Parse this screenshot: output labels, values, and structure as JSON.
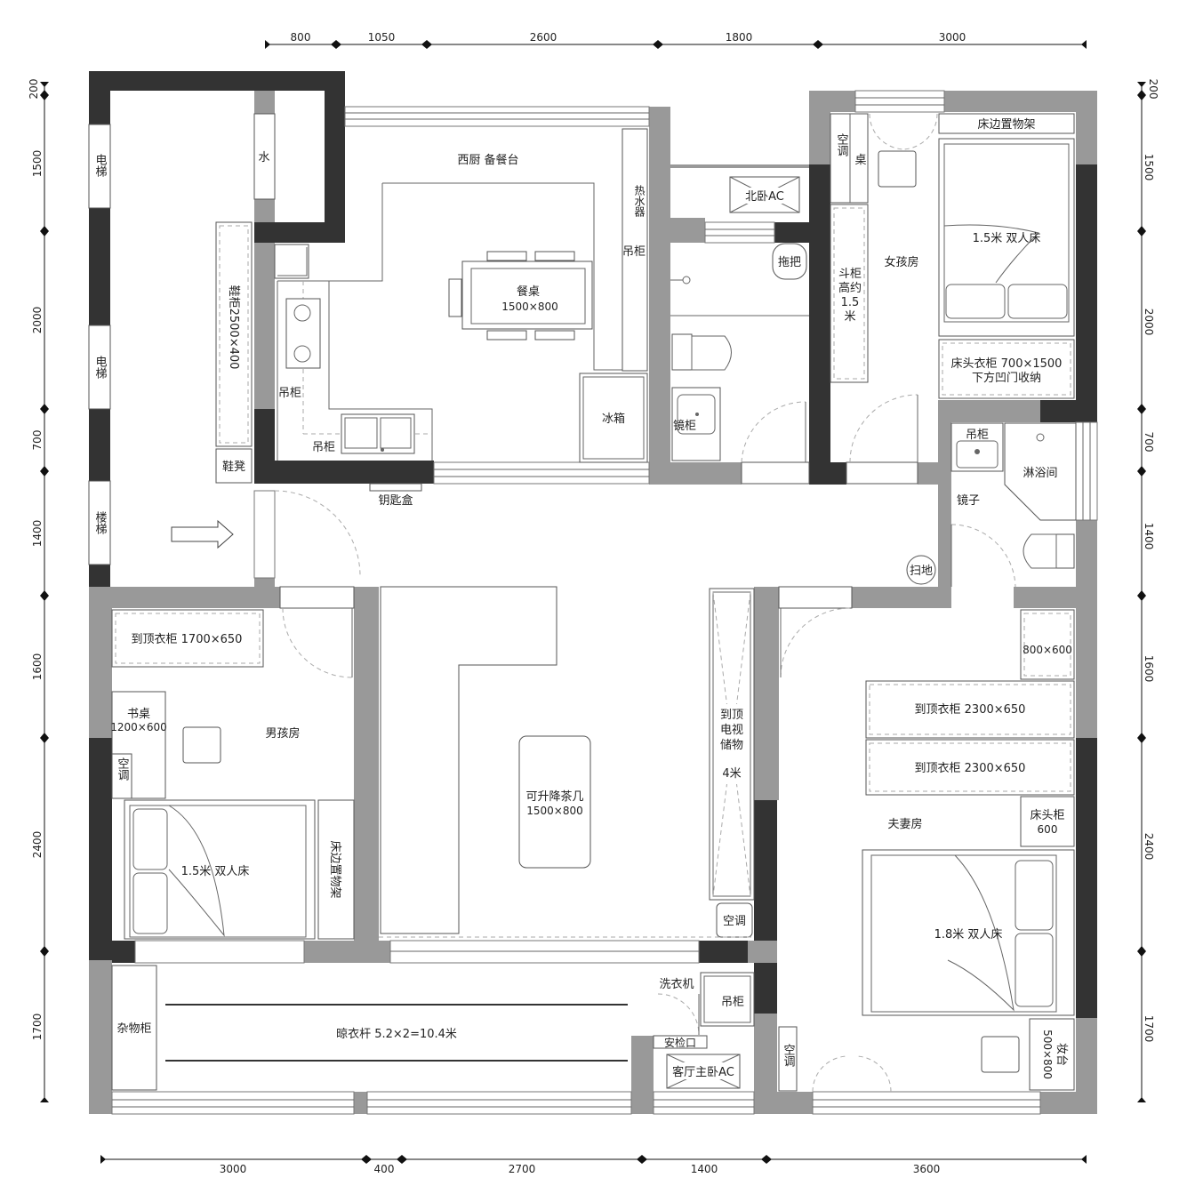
{
  "dims_top": [
    "800",
    "1050",
    "2600",
    "1800",
    "3000"
  ],
  "dims_bottom": [
    "3000",
    "400",
    "2700",
    "1400",
    "3600"
  ],
  "dims_left": [
    "200",
    "1500",
    "2000",
    "700",
    "1400",
    "1600",
    "2400",
    "1700"
  ],
  "dims_right": [
    "200",
    "1500",
    "2000",
    "700",
    "1400",
    "1600",
    "2400",
    "1700"
  ],
  "labels": {
    "elevator1": "电梯",
    "elevator2": "电梯",
    "stairs": "楼梯",
    "water": "水",
    "shoe_cabinet": "鞋柜2500×400",
    "shoe_bench": "鞋凳",
    "kitchen": "西厨 备餐台",
    "dining_table": "餐桌",
    "dining_size": "1500×800",
    "water_heater": "热水器",
    "hanging_cab_k": "吊柜",
    "hanging_cab_l": "吊柜",
    "hanging_cab_b": "吊柜",
    "fridge": "冰箱",
    "key_box": "钥匙盒",
    "north_ac": "北卧AC",
    "mop": "拖把",
    "mirror_cab": "镜柜",
    "girls_room": "女孩房",
    "ac_girl": "空调",
    "desk_girl": "桌",
    "chest_cab": "斗柜高约1.5米",
    "shelf_girl": "床边置物架",
    "bed_girl": "1.5米 双人床",
    "wardrobe_girl": "床头衣柜 700×1500",
    "wardrobe_girl2": "下方凹门收纳",
    "hanging_cab_bath": "吊柜",
    "shower": "淋浴间",
    "mirror": "镜子",
    "sweep": "扫地",
    "boys_room": "男孩房",
    "wardrobe_boy": "到顶衣柜 1700×650",
    "desk_boy": "书桌",
    "desk_boy_size": "1200×600",
    "ac_boy": "空调",
    "bed_boy": "1.5米 双人床",
    "shelf_boy": "床边置物架",
    "coffee_table": "可升降茶几",
    "coffee_size": "1500×800",
    "tv_storage": "到顶电视储物",
    "tv_len": "4米",
    "ac_living": "空调",
    "cab_800": "800×600",
    "wardrobe_m1": "到顶衣柜 2300×650",
    "wardrobe_m2": "到顶衣柜 2300×650",
    "nightstand": "床头柜",
    "nightstand_size": "600",
    "master_room": "夫妻房",
    "bed_master": "1.8米 双人床",
    "dresser": "妆台",
    "dresser_size": "500×800",
    "ac_master": "空调",
    "sundry": "杂物柜",
    "clothes_rail": "晾衣杆 5.2×2=10.4米",
    "washer": "洗衣机",
    "hanging_cab_bal": "吊柜",
    "access": "安检口",
    "living_ac": "客厅主卧AC"
  },
  "colors": {
    "wall_dark": "#333333",
    "wall_light": "#999999"
  }
}
